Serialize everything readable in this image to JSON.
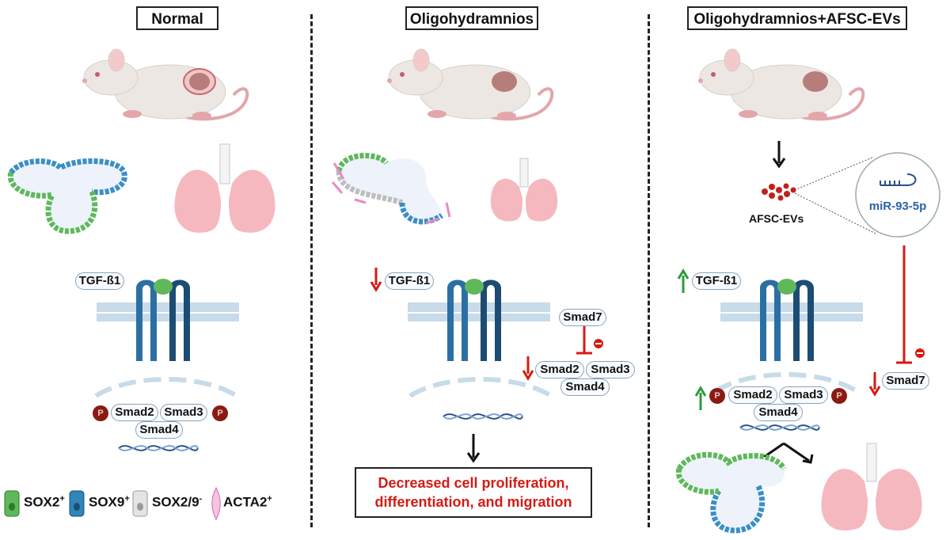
{
  "panels": {
    "normal": {
      "title": "Normal",
      "tgf": "TGF-ß1",
      "smad2": "Smad2",
      "smad3": "Smad3",
      "smad4": "Smad4",
      "phos": "P"
    },
    "oligo": {
      "title": "Oligohydramnios",
      "tgf": "TGF-ß1",
      "smad7": "Smad7",
      "smad2": "Smad2",
      "smad3": "Smad3",
      "smad4": "Smad4",
      "outcome_line1": "Decreased cell proliferation,",
      "outcome_line2": "differentiation, and migration"
    },
    "evs": {
      "title": "Oligohydramnios+AFSC-EVs",
      "afsc_label": "AFSC-EVs",
      "mirna": "miR-93-5p",
      "tgf": "TGF-ß1",
      "smad7": "Smad7",
      "smad2": "Smad2",
      "smad3": "Smad3",
      "smad4": "Smad4",
      "phos": "P"
    }
  },
  "legend": [
    {
      "name": "SOX2",
      "sup": "+",
      "color": "#5fb85a"
    },
    {
      "name": "SOX9",
      "sup": "+",
      "color": "#2f86b8"
    },
    {
      "name": "SOX2/9",
      "sup": "-",
      "color": "#bdbdbd"
    },
    {
      "name": "ACTA2",
      "sup": "+",
      "color": "#e98ac6"
    }
  ],
  "colors": {
    "arrow_down": "#d41b13",
    "arrow_up": "#2e9a3c",
    "inhibit": "#d41b13",
    "outcome_text": "#d41b13"
  }
}
